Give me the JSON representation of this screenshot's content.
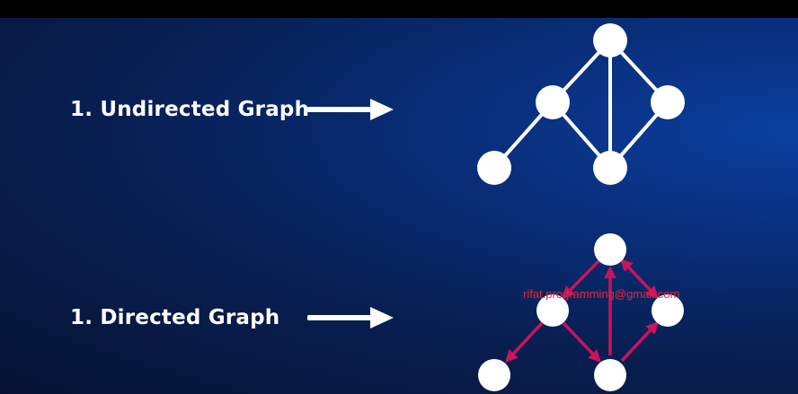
{
  "rows": [
    {
      "label": "1. Undirected Graph"
    },
    {
      "label": "1. Directed Graph"
    }
  ],
  "watermark": "rifat.programming@gmail.com",
  "colors": {
    "node": "#ffffff",
    "undirected_edge": "#ffffff",
    "directed_edge": "#c8145a",
    "arrow": "#ffffff",
    "watermark": "#e0283a"
  }
}
